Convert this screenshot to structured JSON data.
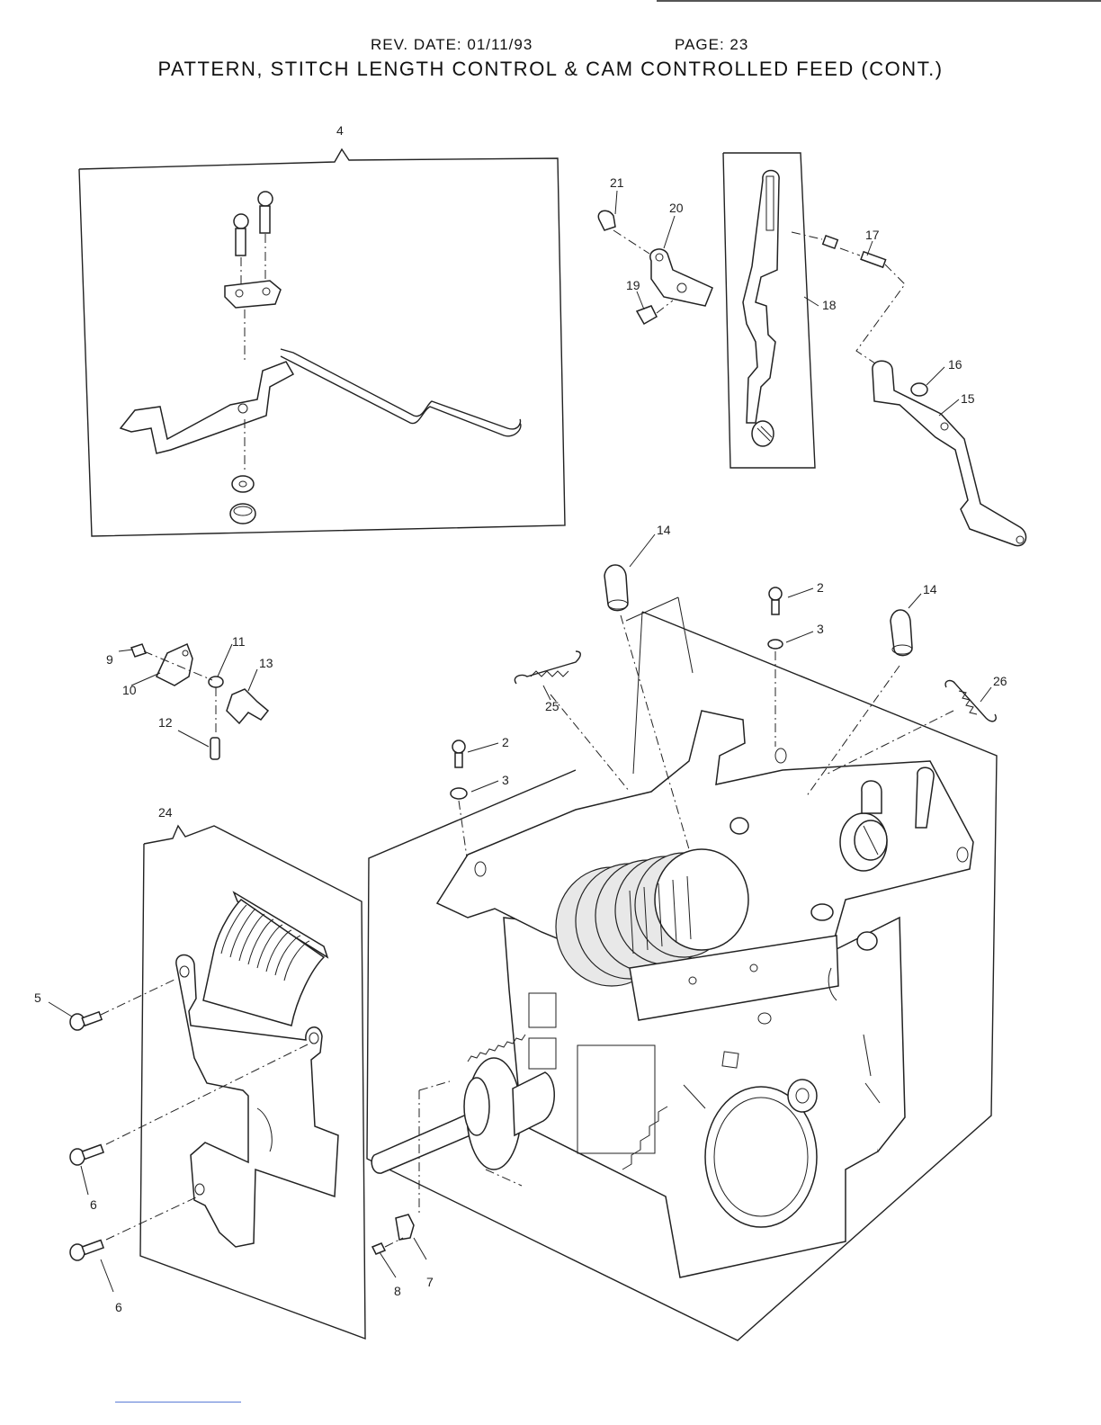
{
  "header": {
    "rev_date": "REV. DATE:  01/11/93",
    "page": "PAGE:  23",
    "title": "PATTERN, STITCH LENGTH CONTROL & CAM CONTROLLED FEED (CONT.)"
  },
  "callouts": {
    "c2a": "2",
    "c2b": "2",
    "c3a": "3",
    "c3b": "3",
    "c4": "4",
    "c5": "5",
    "c6a": "6",
    "c6b": "6",
    "c7": "7",
    "c8": "8",
    "c9": "9",
    "c10": "10",
    "c11": "11",
    "c12": "12",
    "c13": "13",
    "c14a": "14",
    "c14b": "14",
    "c15": "15",
    "c16": "16",
    "c17": "17",
    "c18": "18",
    "c19": "19",
    "c20": "20",
    "c21": "21",
    "c24": "24",
    "c25": "25",
    "c26": "26"
  }
}
